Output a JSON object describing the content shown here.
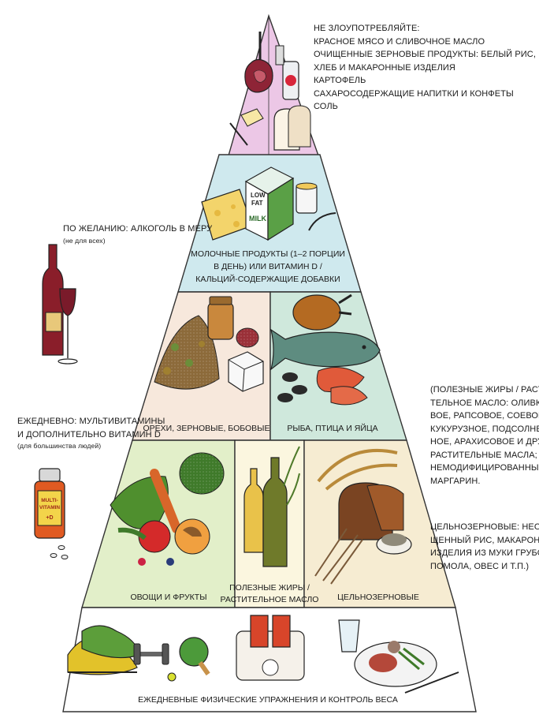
{
  "top_note": {
    "heading": "НЕ ЗЛОУПОТРЕБЛЯЙТЕ:",
    "lines": [
      "КРАСНОЕ МЯСО И СЛИВОЧНОЕ МАСЛО",
      "ОЧИЩЕННЫЕ ЗЕРНОВЫЕ ПРОДУКТЫ: БЕЛЫЙ РИС,",
      "ХЛЕБ И МАКАРОННЫЕ ИЗДЕЛИЯ",
      "КАРТОФЕЛЬ",
      "САХАРОСОДЕРЖАЩИЕ НАПИТКИ И КОНФЕТЫ",
      "СОЛЬ"
    ]
  },
  "alcohol_note": {
    "line1": "ПО ЖЕЛАНИЮ: АЛКОГОЛЬ В МЕРУ",
    "line2": "(не для всех)"
  },
  "vitamin_note": {
    "line1": "ЕЖЕДНЕВНО: МУЛЬТИВИТАМИНЫ",
    "line2": "И ДОПОЛНИТЕЛЬНО ВИТАМИН D",
    "line3": "(для большинства людей)"
  },
  "fats_note": {
    "lines": [
      "(ПОЛЕЗНЫЕ ЖИРЫ / РАСТИ-",
      "ТЕЛЬНОЕ МАСЛО: ОЛИВКО-",
      "ВОЕ, РАПСОВОЕ, СОЕВОЕ,",
      "КУКУРУЗНОЕ, ПОДСОЛНЕЧ-",
      "НОЕ, АРАХИСОВОЕ И ДРУГИЕ",
      "РАСТИТЕЛЬНЫЕ МАСЛА;",
      "НЕМОДИФИЦИРОВАННЫЙ",
      "МАРГАРИН."
    ]
  },
  "grains_note": {
    "lines": [
      "ЦЕЛЬНОЗЕРНОВЫЕ: НЕОЧИ-",
      "ЩЕННЫЙ РИС, МАКАРОННЫЕ",
      "ИЗДЕЛИЯ ИЗ МУКИ ГРУБОГО",
      "ПОМОЛА, ОВЕС И Т.П.)"
    ]
  },
  "tiers": {
    "dairy": {
      "line1": "МОЛОЧНЫЕ ПРОДУКТЫ (1–2 ПОРЦИИ",
      "line2": "В ДЕНЬ) ИЛИ ВИТАМИН D /",
      "line3": "КАЛЬЦИЙ-СОДЕРЖАЩИЕ ДОБАВКИ",
      "color": "#cfe9ee"
    },
    "nuts": {
      "label": "ОРЕХИ, ЗЕРНОВЫЕ, БОБОВЫЕ",
      "color": "#f7e8dc"
    },
    "fish": {
      "label": "РЫБА, ПТИЦА И ЯЙЦА",
      "color": "#cfe8dc"
    },
    "veg": {
      "label": "ОВОЩИ И ФРУКТЫ",
      "color": "#e2efc9"
    },
    "oils": {
      "line1": "ПОЛЕЗНЫЕ ЖИРЫ /",
      "line2": "РАСТИТЕЛЬНОЕ МАСЛО",
      "color": "#fbf6df"
    },
    "grains": {
      "label": "ЦЕЛЬНОЗЕРНОВЫЕ",
      "color": "#f6ecd2"
    },
    "exercise": {
      "label": "ЕЖЕДНЕВНЫЕ ФИЗИЧЕСКИЕ УПРАЖНЕНИЯ И КОНТРОЛЬ ВЕСА",
      "color": "#ffffff"
    },
    "top": {
      "color": "#ecc7e6"
    }
  },
  "illustration_text": {
    "milk_low": "LOW",
    "milk_fat": "FAT",
    "milk_word": "MILK",
    "vitamin_multi": "MULTI-",
    "vitamin_vitamin": "VITAMIN",
    "vitamin_d": "+D"
  }
}
